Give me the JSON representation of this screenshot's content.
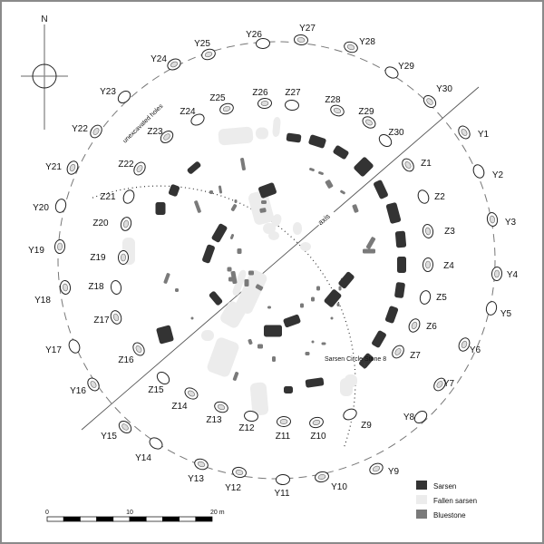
{
  "compass": {
    "north_label": "N"
  },
  "rings": {
    "y_holes": [
      "Y1",
      "Y2",
      "Y3",
      "Y4",
      "Y5",
      "Y6",
      "Y7",
      "Y8",
      "Y9",
      "Y10",
      "Y11",
      "Y12",
      "Y13",
      "Y14",
      "Y15",
      "Y16",
      "Y17",
      "Y18",
      "Y19",
      "Y20",
      "Y21",
      "Y22",
      "Y23",
      "Y24",
      "Y25",
      "Y26",
      "Y27",
      "Y28",
      "Y29",
      "Y30"
    ],
    "z_holes": [
      "Z1",
      "Z2",
      "Z3",
      "Z4",
      "Z5",
      "Z6",
      "Z7",
      "Z9",
      "Z10",
      "Z11",
      "Z12",
      "Z13",
      "Z14",
      "Z15",
      "Z16",
      "Z17",
      "Z18",
      "Z19",
      "Z20",
      "Z21",
      "Z22",
      "Z23",
      "Z24",
      "Z25",
      "Z26",
      "Z27",
      "Z28",
      "Z29",
      "Z30"
    ]
  },
  "annotations": {
    "unexcavated": "unexcavated holes",
    "axis": "axis",
    "stone8": "Sarsen Circle Stone 8"
  },
  "legend": [
    {
      "label": "Sarsen",
      "color": "#333333"
    },
    {
      "label": "Fallen sarsen",
      "color": "#ececec"
    },
    {
      "label": "Bluestone",
      "color": "#7a7a7a"
    }
  ],
  "scale_bar": {
    "labels": [
      "0",
      "10",
      "20 m"
    ]
  }
}
